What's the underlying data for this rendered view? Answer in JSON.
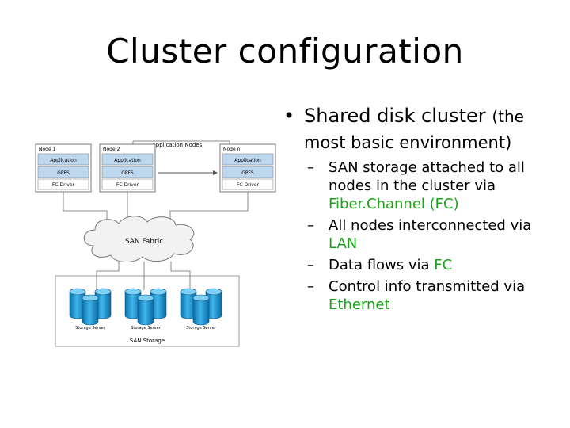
{
  "title": "Cluster configuration",
  "bullet": {
    "main": "Shared disk cluster",
    "paren": "(the",
    "cont": "most basic environment)"
  },
  "subs": [
    {
      "pre": "SAN storage attached to all nodes in the cluster via ",
      "hl": "Fiber.Channel (FC)",
      "post": ""
    },
    {
      "pre": "All nodes interconnected via ",
      "hl": "LAN",
      "post": ""
    },
    {
      "pre": "Data flows via ",
      "hl": "FC",
      "post": ""
    },
    {
      "pre": "Control info transmitted  via ",
      "hl": "Ethernet",
      "post": ""
    }
  ],
  "diagram": {
    "app_nodes_label": "Application Nodes",
    "nodes": [
      {
        "name": "Node 1",
        "rows": [
          "Application",
          "GPFS",
          "FC Driver"
        ]
      },
      {
        "name": "Node 2",
        "rows": [
          "Application",
          "GPFS",
          "FC Driver"
        ]
      },
      {
        "name": "Node n",
        "rows": [
          "Application",
          "GPFS",
          "FC Driver"
        ]
      }
    ],
    "san_fabric": "SAN Fabric",
    "storage_servers": [
      "Storage Server",
      "Storage Server",
      "Storage Server"
    ],
    "san_storage": "SAN Storage",
    "colors": {
      "blue_row": "#bdd7ee",
      "box_border": "#777777",
      "line": "#888888",
      "disk": "#1e9ad6"
    }
  }
}
